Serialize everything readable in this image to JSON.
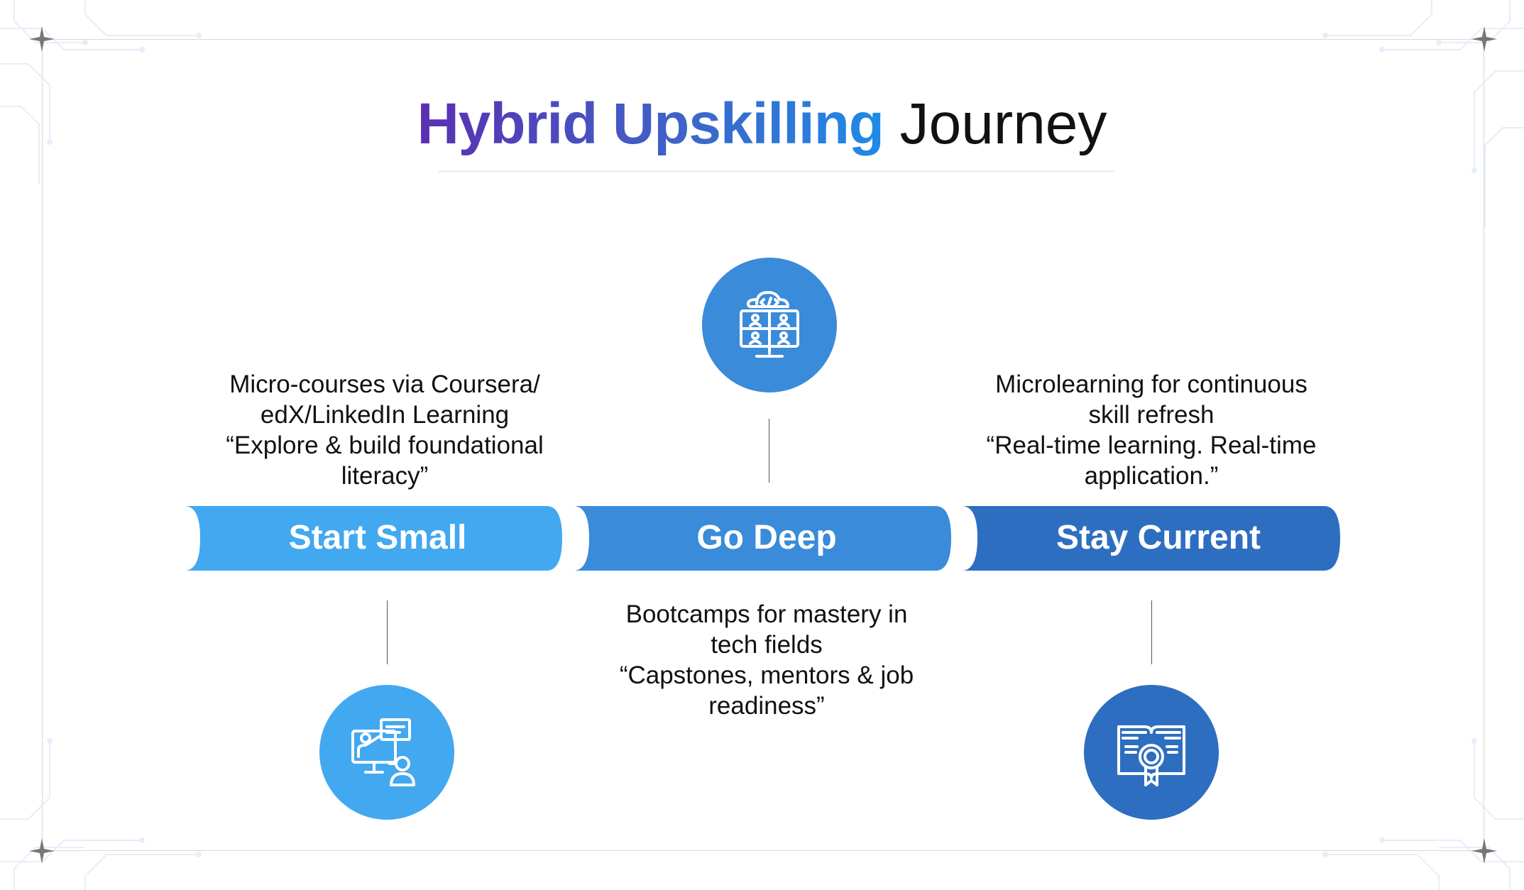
{
  "title": {
    "highlight": "Hybrid Upskilling",
    "rest": " Journey"
  },
  "steps": [
    {
      "label": "Start Small",
      "color": "#42a8f0",
      "icon": "online-teaching-icon",
      "description": [
        "Micro-courses via Coursera/",
        "edX/LinkedIn Learning",
        "“Explore & build foundational",
        "literacy”"
      ]
    },
    {
      "label": "Go Deep",
      "color": "#3a8bd9",
      "icon": "cloud-code-video-conference-icon",
      "description": [
        "Bootcamps for mastery in",
        "tech fields",
        "“Capstones, mentors & job",
        "readiness”"
      ]
    },
    {
      "label": "Stay Current",
      "color": "#2e6ec0",
      "icon": "certificate-book-icon",
      "description": [
        "Microlearning for continuous",
        "skill refresh",
        "“Real-time learning. Real-time",
        "application.”"
      ]
    }
  ],
  "colors": {
    "frame": "#d8d8d8",
    "text": "#111111",
    "title_gradient": [
      "#5b2fb2",
      "#1f8be6"
    ]
  }
}
